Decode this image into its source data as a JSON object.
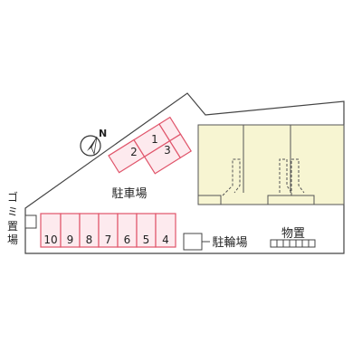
{
  "labels": {
    "parking": "駐車場",
    "bicycle_parking": "駐輪場",
    "storage": "物置",
    "garbage_char1": "ゴ",
    "garbage_char2": "ミ",
    "garbage_char3": "置",
    "garbage_char4": "場",
    "north": "N"
  },
  "parking_spaces_row": [
    "10",
    "9",
    "8",
    "7",
    "6",
    "5",
    "4"
  ],
  "parking_spaces_angled": [
    "1",
    "2",
    "3"
  ],
  "colors": {
    "parking_outline": "#e0546a",
    "parking_fill": "#fdeaee",
    "building_fill": "#f7f5d2",
    "building_outline": "#555555",
    "lot_outline": "#444444"
  }
}
